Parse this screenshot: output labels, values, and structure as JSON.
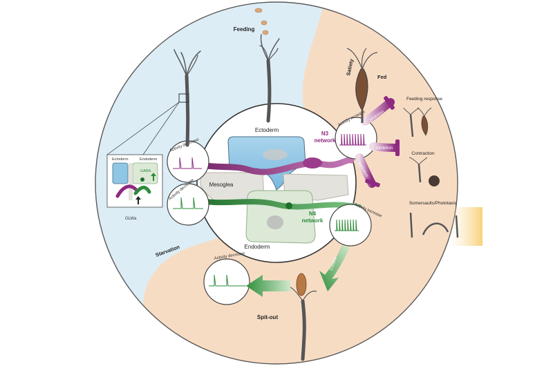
{
  "labels": {
    "feeding": "Feeding",
    "satiety": "Satiety",
    "fed": "Fed",
    "starvation": "Starvation",
    "spit_out": "Spit-out",
    "ectoderm": "Ectoderm",
    "mesoglea": "Mesoglea",
    "endoderm": "Endoderm",
    "n3_network": "N3",
    "n3_network_2": "network",
    "n4_network": "N4",
    "n4_network_2": "network",
    "feeding_response": "Feeding response",
    "contraction": "Contraction",
    "somersaults": "Somersaults/Phototaxis",
    "activity_increase_n3": "Activity increase",
    "activity_increase_n4": "Activity increase",
    "activity_decrease_top": "Activity decrease",
    "activity_decrease_mid": "Activity decrease",
    "activity_decrease_bottom": "Activity decrease",
    "inhibition_1": "Inhibition",
    "inhibition_2": "Inhibition",
    "inhibition_3": "Inhibition",
    "control": "Control",
    "inset_ectoderm": "Ectoderm",
    "inset_endoderm": "Endoderm",
    "inset_gaba": "GABA",
    "inset_glwa": "GLWa"
  },
  "colors": {
    "starvation_bg": "#dcedf6",
    "satiety_bg": "#f7dcc4",
    "ring_stroke": "#555555",
    "n3": "#8e2a7f",
    "n4": "#2e8b3a",
    "ectoderm": "#8ec6e4",
    "endoderm": "#dbe9d6",
    "mesoglea": "#e4e2dc",
    "hydra_body": "#555555"
  }
}
